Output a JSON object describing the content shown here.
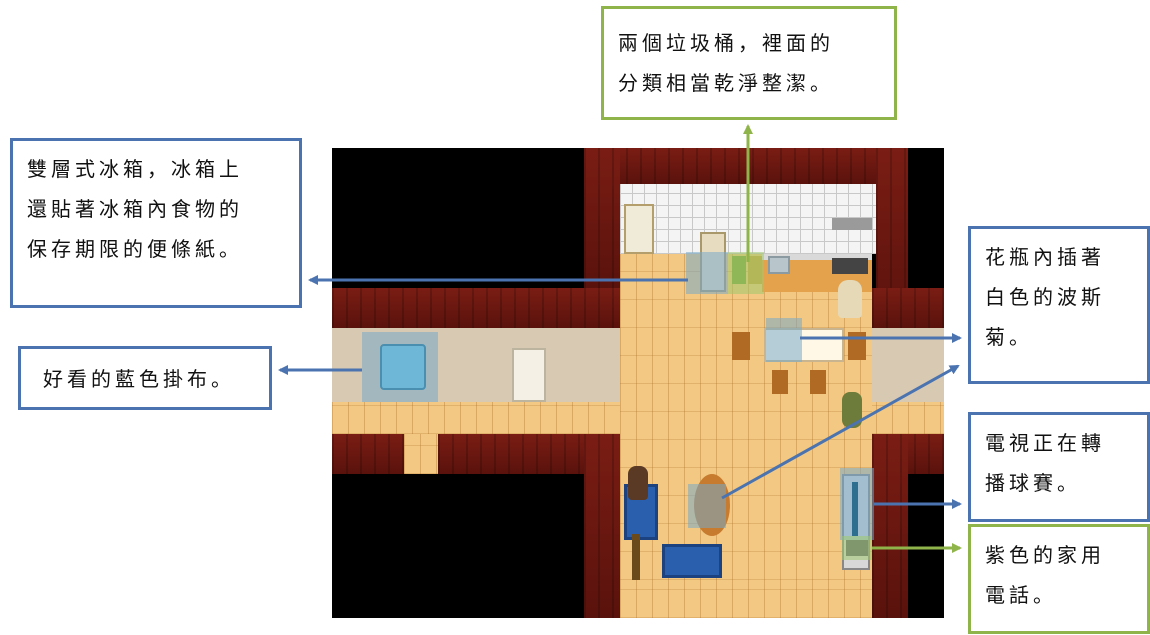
{
  "callouts": {
    "trash": {
      "lines": [
        "兩個垃圾桶，裡面的",
        "分類相當乾淨整潔。"
      ]
    },
    "fridge": {
      "lines": [
        "雙層式冰箱，冰箱上",
        "還貼著冰箱內食物的",
        "保存期限的便條紙。"
      ]
    },
    "vase": {
      "lines": [
        "花瓶內插著",
        "白色的波斯",
        "菊。"
      ]
    },
    "cloth": {
      "lines": [
        "好看的藍色掛布。"
      ]
    },
    "tv": {
      "lines": [
        "電視正在轉",
        "播球賽。"
      ]
    },
    "phone": {
      "lines": [
        "紫色的家用",
        "電話。"
      ]
    }
  },
  "colors": {
    "blue_callout": "#4a73b0",
    "green_callout": "#8fb54a",
    "wall": "#6b1810",
    "floor": "#f2c882"
  }
}
